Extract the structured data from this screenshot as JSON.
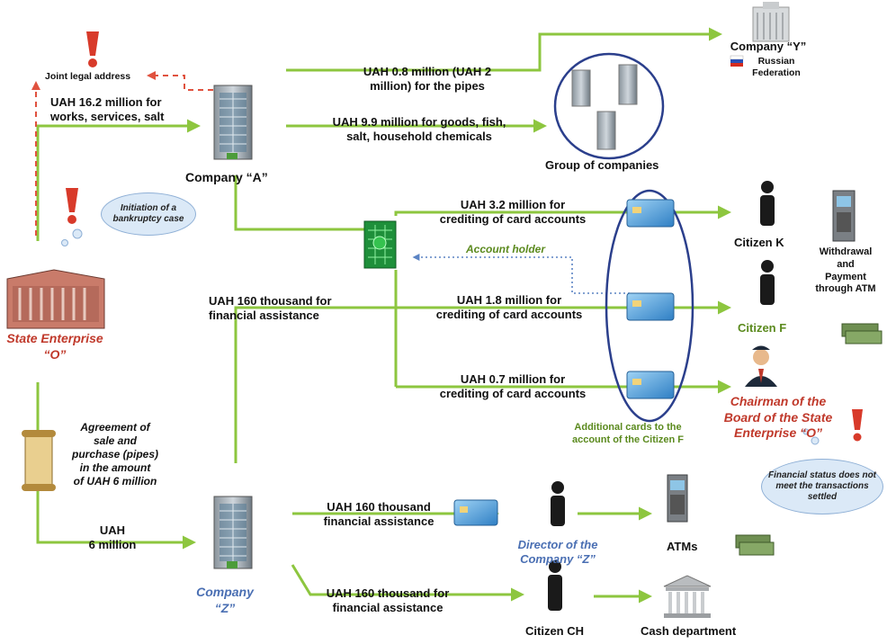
{
  "nodes": {
    "joint_legal_address": "Joint legal address",
    "company_y": "Company “Y”",
    "russian_federation": "Russian\nFederation",
    "company_a": "Company “A”",
    "group_of_companies": "Group of companies",
    "citizen_k": "Citizen K",
    "citizen_f": "Citizen F",
    "withdrawal": "Withdrawal\nand\nPayment\nthrough ATM",
    "account_holder": "Account holder",
    "state_enterprise": "State Enterprise\n“O”",
    "chairman": "Chairman of the\nBoard of the State\nEnterprise “O”",
    "additional_cards": "Additional cards to the\naccount of the Citizen F",
    "company_z": "Company\n“Z”",
    "director_z": "Director of the\nCompany “Z”",
    "atms": "ATMs",
    "citizen_ch": "Citizen CH",
    "cash_department": "Cash department"
  },
  "flows": {
    "to_y": "UAH 0.8 million (UAH 2\nmillion) for the pipes",
    "to_a": "UAH 16.2 million for\nworks, services, salt",
    "to_group": "UAH 9.9 million for goods, fish,\nsalt, household chemicals",
    "to_k": "UAH 3.2 million for\ncrediting of card accounts",
    "to_f": "UAH 1.8 million for\ncrediting of card accounts",
    "to_chairman": "UAH 0.7 million for\ncrediting of card accounts",
    "financial_assistance": "UAH 160 thousand for\nfinancial assistance",
    "to_director": "UAH 160 thousand\nfinancial assistance",
    "to_ch": "UAH 160 thousand for\nfinancial assistance",
    "agreement": "Agreement of\nsale and\npurchase (pipes)\nin the amount\nof UAH 6 million",
    "to_z": "UAH\n6 million"
  },
  "notes": {
    "bankruptcy": "Initiation of a bankruptcy case",
    "financial_status": "Financial status does not meet the transactions settled"
  },
  "colors": {
    "arrow": "#8dc63f",
    "dashed_red": "#e0523f",
    "dotted_blue": "#5b84c4",
    "ellipse": "#2b3f8c",
    "label_red": "#c0392b",
    "label_blue": "#4a6fb3",
    "label_green": "#5b8a1e"
  },
  "icons": [
    "exclamation-icon",
    "building-icon",
    "factory-icon",
    "scroll-icon",
    "bank-card-icon",
    "person-icon",
    "atm-icon",
    "money-icon",
    "bank-icon",
    "flag-icon"
  ]
}
